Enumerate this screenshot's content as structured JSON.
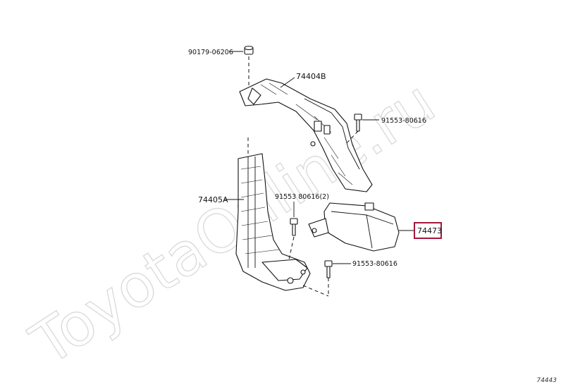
{
  "watermark": "ToyotaOnline.ru",
  "callouts": [
    {
      "id": "90179-06206",
      "text": "90179-06206"
    },
    {
      "id": "74404B",
      "text": "74404B"
    },
    {
      "id": "91553-80616-a",
      "text": "91553-80616"
    },
    {
      "id": "74405A",
      "text": "74405A"
    },
    {
      "id": "91553-80616-2",
      "text": "91553  80616(2)"
    },
    {
      "id": "74473",
      "text": "74473",
      "highlighted": true,
      "highlight_color": "#a3163a"
    },
    {
      "id": "91553-80616-b",
      "text": "91553-80616"
    }
  ],
  "diagram_code": "74443"
}
